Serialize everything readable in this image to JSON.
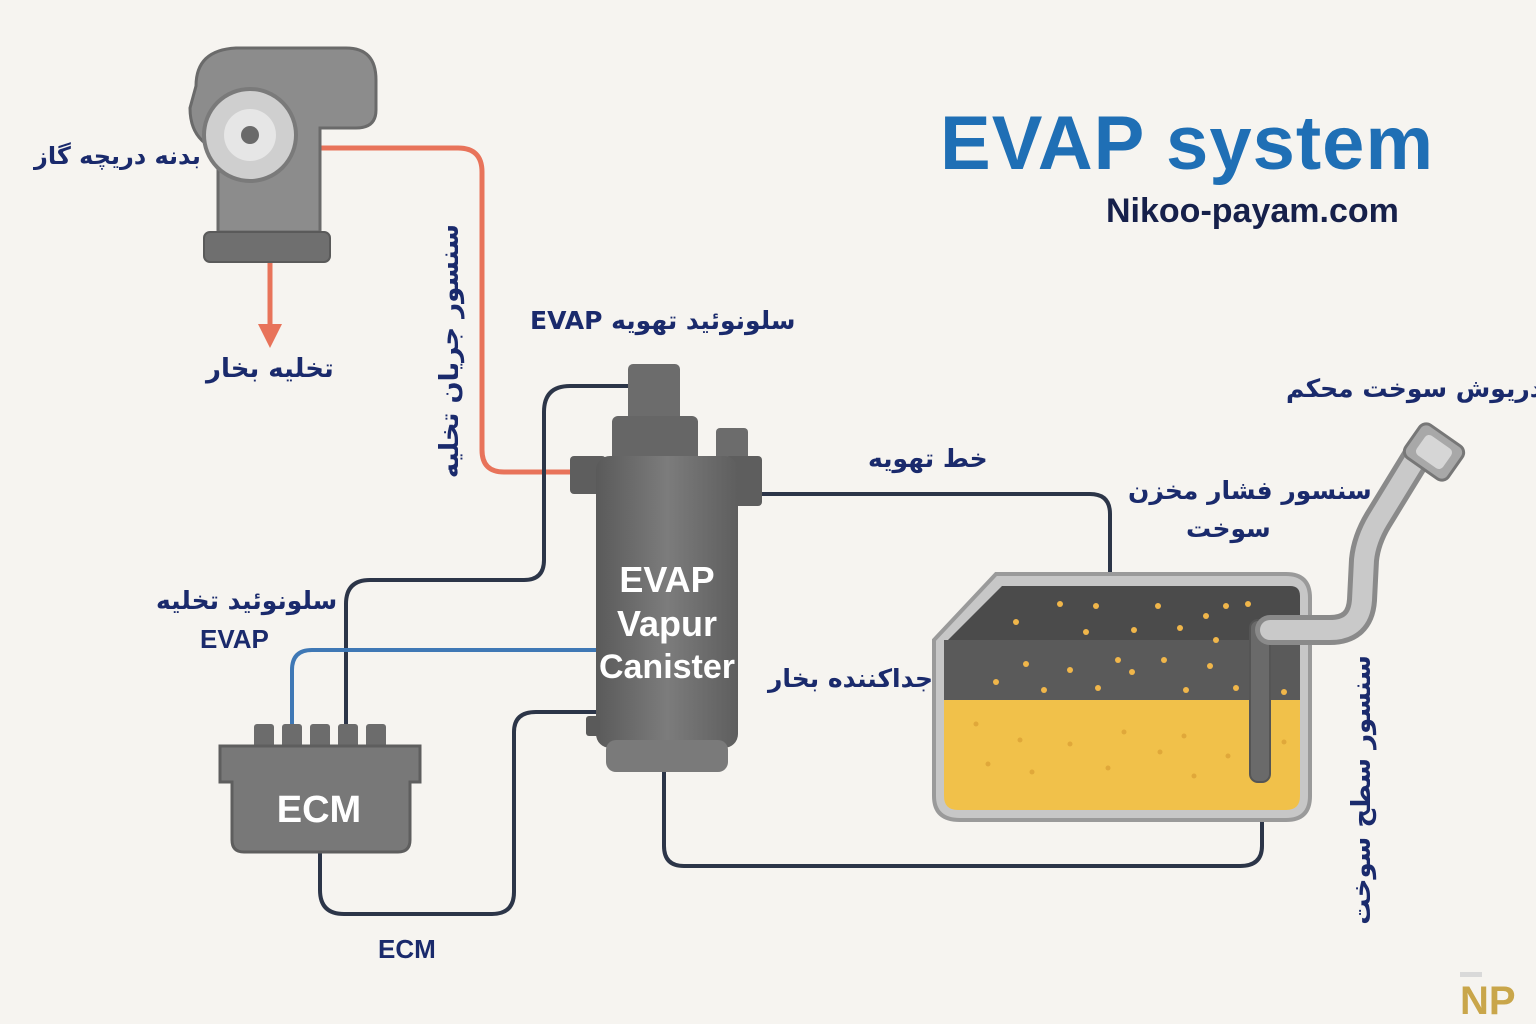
{
  "title": "EVAP system",
  "website": "Nikoo-payam.com",
  "labels": {
    "throttle_body": "بدنه دریچه گاز",
    "vapor_purge": "تخلیه بخار",
    "purge_flow_sensor": "سنسور جریان تخلیه",
    "vent_solenoid": "سلونوئید تهویه EVAP",
    "vent_line": "خط تهویه",
    "tank_pressure_sensor_line1": "سنسور فشار مخزن",
    "tank_pressure_sensor_line2": "سوخت",
    "sealed_fuel_cap": "دریوش سوخت محکم",
    "purge_solenoid_line1": "سلونوئید تخلیه",
    "purge_solenoid_line2": "EVAP",
    "vapor_separator": "جداکننده بخار",
    "fuel_level_sensor": "سنسور سطح سوخت",
    "ecm_bottom": "ECM"
  },
  "canister": {
    "line1": "EVAP",
    "line2": "Vapur",
    "line3": "Canister"
  },
  "ecm_box": "ECM",
  "logo": "NP",
  "colors": {
    "title": "#1f6fb5",
    "label": "#1a2a6c",
    "purge_line": "#e8735a",
    "signal_line": "#3f78b5",
    "dark_line": "#2c3548",
    "fuel": "#f1c14a",
    "component": "#7d7d7d"
  }
}
